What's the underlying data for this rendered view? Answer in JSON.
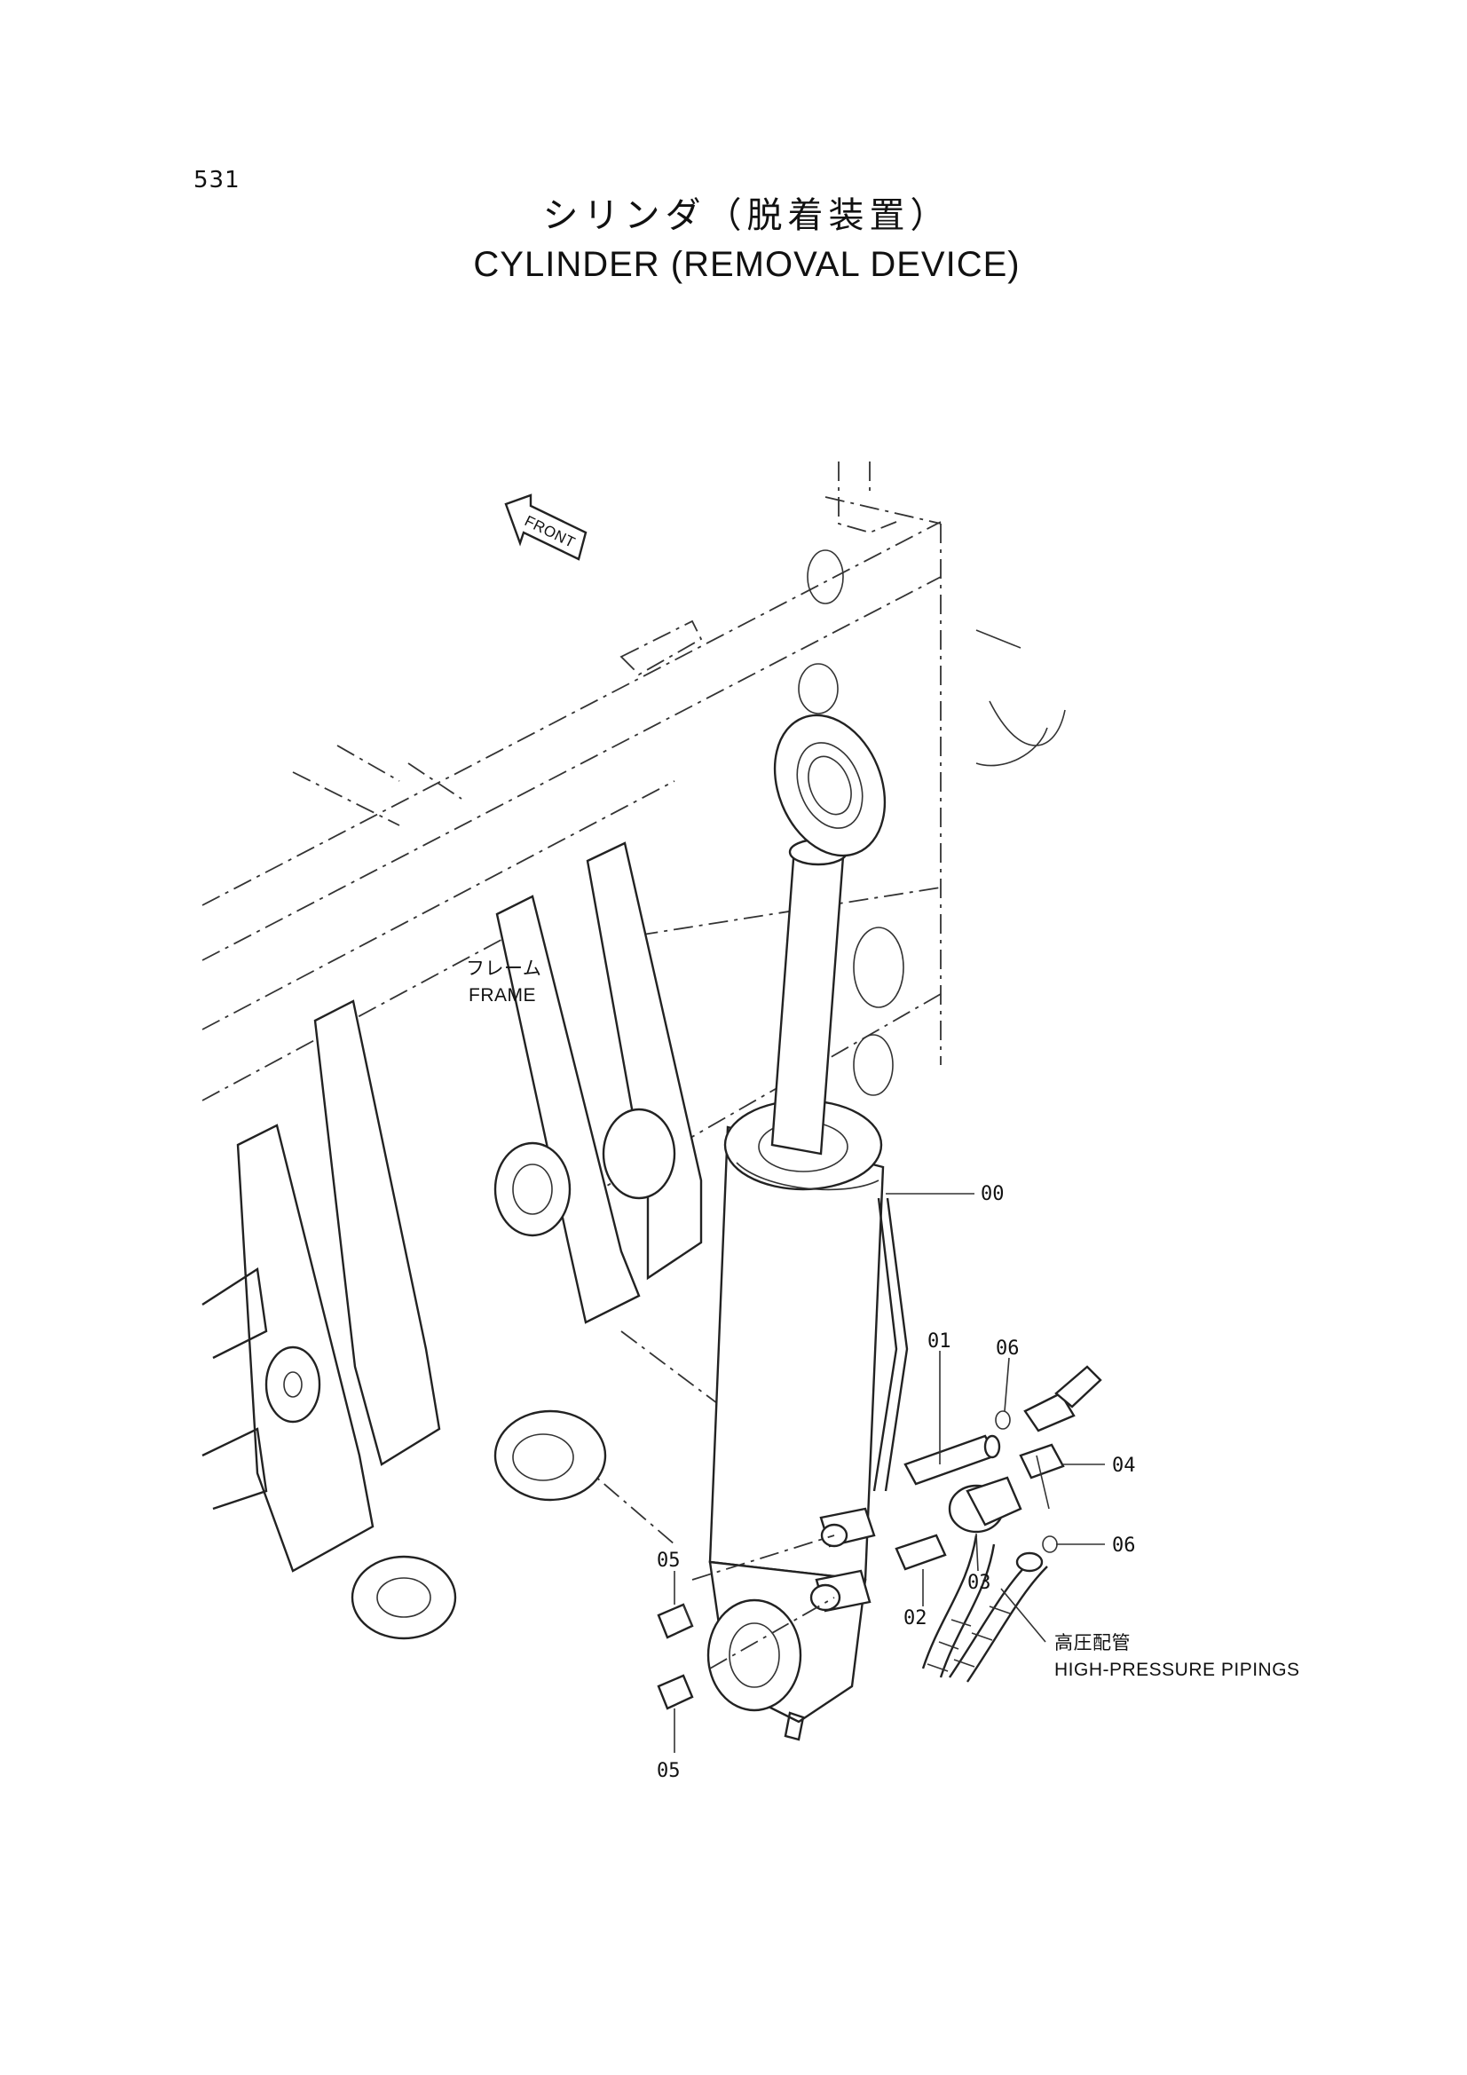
{
  "page": {
    "number": "531",
    "title_jp": "シリンダ（脱着装置）",
    "title_en": "CYLINDER (REMOVAL DEVICE)"
  },
  "diagram": {
    "direction_label": "FRONT",
    "frame_label_jp": "フレーム",
    "frame_label_en": "FRAME",
    "piping_label_jp": "高圧配管",
    "piping_label_en": "HIGH-PRESSURE PIPINGS",
    "callouts": {
      "c00": "00",
      "c01": "01",
      "c02": "02",
      "c03": "03",
      "c04": "04",
      "c05_upper": "05",
      "c05_lower": "05",
      "c06_upper": "06",
      "c06_lower": "06"
    }
  }
}
